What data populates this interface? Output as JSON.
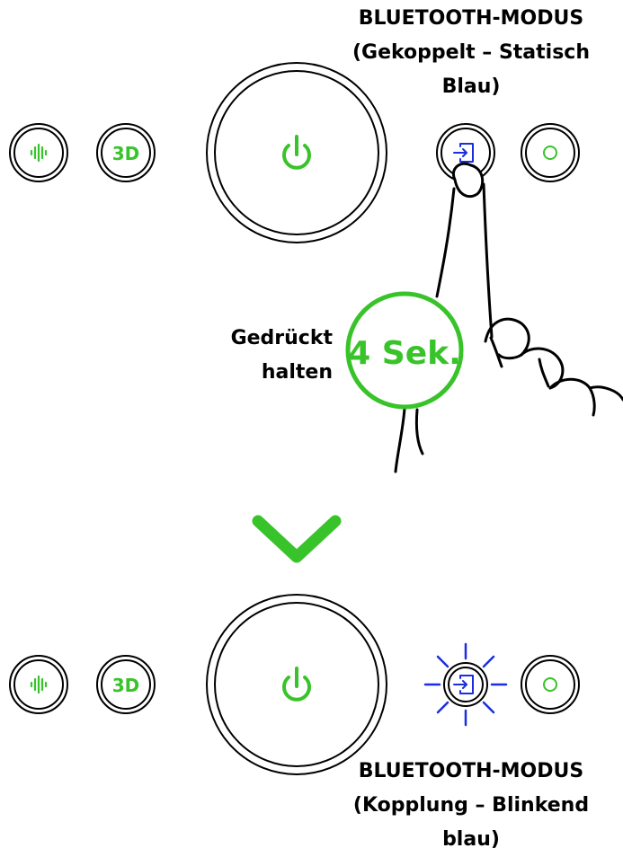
{
  "top": {
    "mode_line1": "BLUETOOTH-MODUS",
    "mode_line2": "(Gekoppelt – Statisch",
    "mode_line3": "Blau)"
  },
  "press": {
    "hold_line1": "Gedrückt",
    "hold_line2": "halten",
    "duration": "4 Sek."
  },
  "bottom": {
    "mode_line1": "BLUETOOTH-MODUS",
    "mode_line2": "(Kopplung – Blinkend",
    "mode_line3": "blau)"
  },
  "buttons": {
    "threed_label": "3D"
  },
  "icons": [
    "audio-wave-icon",
    "3d-icon",
    "power-icon",
    "input-source-icon",
    "circle-mode-icon",
    "chevron-down-icon",
    "hand-pointer-icon"
  ],
  "colors": {
    "accent_green": "#39c32a",
    "bluetooth_blue": "#1a2ee0",
    "outline": "#000000"
  }
}
